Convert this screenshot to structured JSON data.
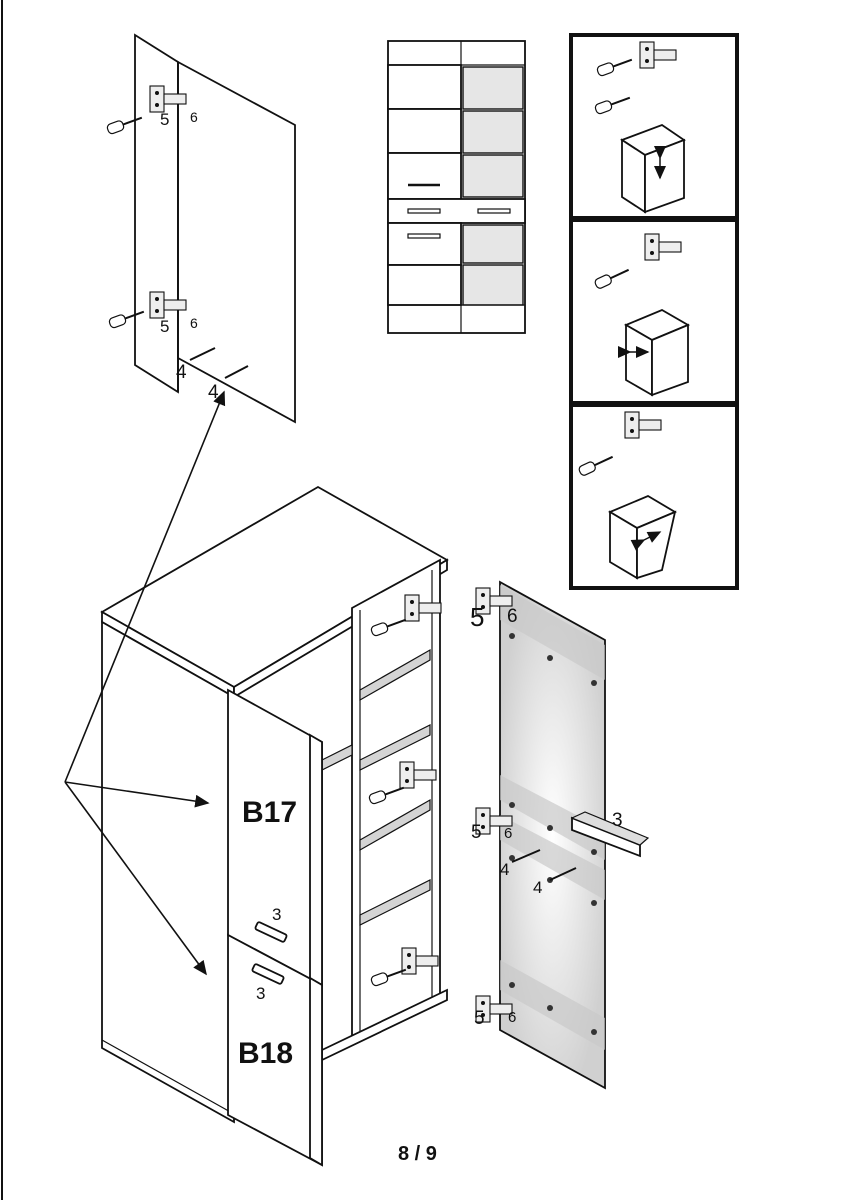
{
  "labels": {
    "hinge_screw_a": "5",
    "hinge_screw_b": "6",
    "mount_screw": "4",
    "handle": "3",
    "door_upper": "B17",
    "door_lower": "B18"
  },
  "footer": {
    "page_indicator": "8 / 9"
  },
  "icons": [
    "screwdriver-icon",
    "hinge-icon",
    "adjust-arrow-icon",
    "cube-icon"
  ]
}
